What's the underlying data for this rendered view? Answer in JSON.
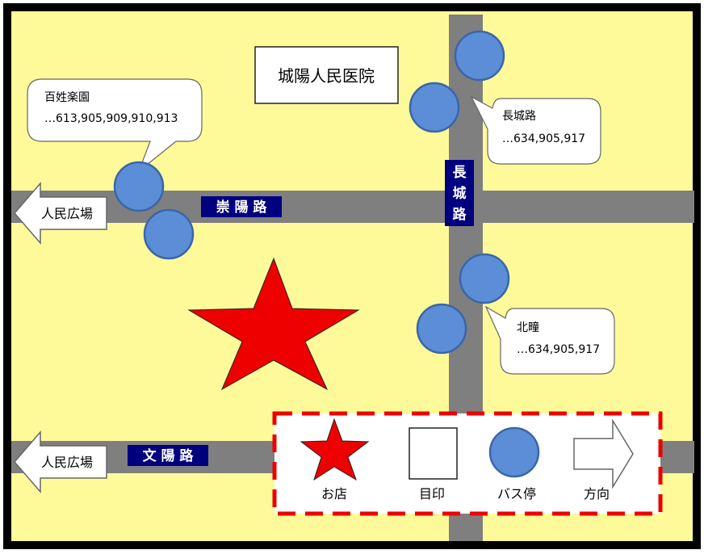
{
  "colors": {
    "background": "#FFFA99",
    "road": "#7F7F7F",
    "road_label_bg": "#00007F",
    "bus_stop": "#5B8ED6",
    "bus_stop_stroke": "#3A66A8",
    "shop_star": "#EE0000",
    "legend_border": "#EE0000",
    "frame": "#000000"
  },
  "roads": {
    "chongyang": "崇 陽 路",
    "changcheng": [
      "長",
      "城",
      "路"
    ],
    "wenyang": "文 陽 路"
  },
  "direction_arrows": {
    "upper": "人民広場",
    "lower": "人民広場"
  },
  "landmark": "城陽人民医院",
  "bus_stops": {
    "baixing": {
      "name": "百姓楽園",
      "routes": "…613,905,909,910,913"
    },
    "changchenglu": {
      "name": "長城路",
      "routes": "…634,905,917"
    },
    "beitong": {
      "name": "北疃",
      "routes": "…634,905,917"
    }
  },
  "legend": {
    "shop": "お店",
    "landmark": "目印",
    "bus_stop": "バス停",
    "direction": "方向"
  },
  "icons": {
    "shop": "star-icon",
    "landmark": "square-icon",
    "bus_stop": "circle-icon",
    "direction": "arrow-icon"
  }
}
